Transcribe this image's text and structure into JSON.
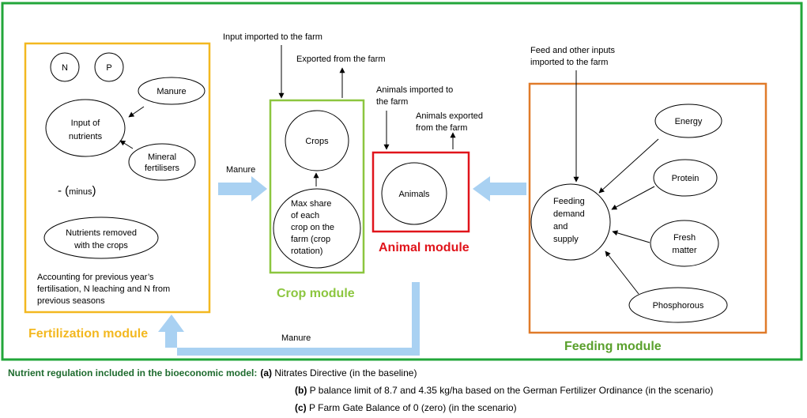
{
  "modules": {
    "fertilization": {
      "title": "Fertilization module",
      "n_label": "N",
      "p_label": "P",
      "input_of_nutrients": [
        "Input of",
        "nutrients"
      ],
      "manure": "Manure",
      "mineral_fertilisers": [
        "Mineral",
        "fertilisers"
      ],
      "minus_sign": "- (",
      "minus_word": "minus",
      "minus_close": ")",
      "nutrients_removed": [
        "Nutrients removed",
        "with the crops"
      ],
      "accounting_note": [
        "Accounting for previous year’s",
        "fertilisation, N leaching and N from",
        "previous seasons"
      ]
    },
    "crop": {
      "title": "Crop module",
      "crops": "Crops",
      "max_share": [
        "Max share",
        "of each",
        "crop on the",
        "farm (crop",
        "rotation)"
      ],
      "input_imported": "Input imported to the farm",
      "exported": "Exported from the farm"
    },
    "animal": {
      "title": "Animal module",
      "animals": "Animals",
      "animals_imported": [
        "Animals imported to",
        "the farm"
      ],
      "animals_exported": [
        "Animals exported",
        "from the farm"
      ]
    },
    "feeding": {
      "title": "Feeding module",
      "feed_imported": [
        "Feed and other inputs",
        "imported to the farm"
      ],
      "feeding_demand": [
        "Feeding",
        "demand",
        "and",
        "supply"
      ],
      "energy": "Energy",
      "protein": "Protein",
      "fresh_matter": [
        "Fresh",
        "matter"
      ],
      "phosphorous": "Phosphorous"
    }
  },
  "flows": {
    "manure_to_crop": "Manure",
    "manure_return": "Manure"
  },
  "colors": {
    "outer_border": "#22a63a",
    "fertilization": "#f3b820",
    "crop": "#8cc63f",
    "animal": "#e0141b",
    "feeding": "#e07b2a",
    "flow_arrow": "#a9d1f2"
  },
  "footer": {
    "heading": "Nutrient regulation included in the bioeconomic model:",
    "items": [
      {
        "marker": "(a)",
        "text": " Nitrates Directive (in the baseline)"
      },
      {
        "marker": "(b)",
        "text": " P balance limit of 8.7 and 4.35 kg/ha based on the German Fertilizer Ordinance (in the scenario)"
      },
      {
        "marker": "(c)",
        "text": " P Farm Gate Balance of 0 (zero) (in the scenario)"
      }
    ]
  }
}
